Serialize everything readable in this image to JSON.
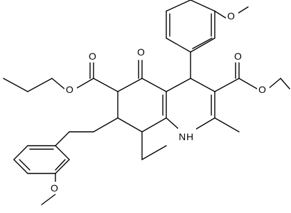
{
  "molecule": {
    "atoms": {
      "o_ketone": "O",
      "o_methoxy_top": "O",
      "o_ester_right_carbonyl": "O",
      "o_ester_right_ether": "O",
      "o_ester_left_carbonyl": "O",
      "o_ester_left_ether": "O",
      "o_methoxy_bottom": "O",
      "nh": "H",
      "nh_n": "N"
    }
  }
}
